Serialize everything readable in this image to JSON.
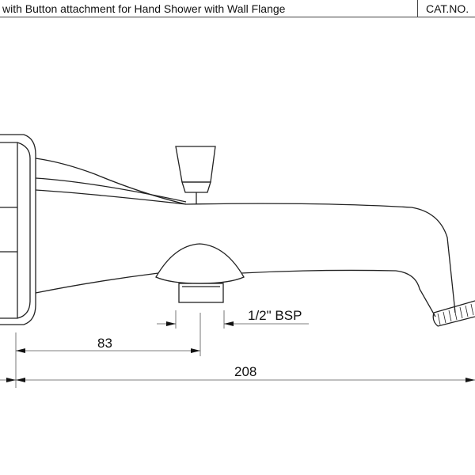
{
  "header": {
    "title": "with Button attachment for Hand Shower with Wall Flange",
    "cat_no": "CAT.NO."
  },
  "drawing": {
    "thread_label": "1/2\" BSP",
    "dim_outlet": "83",
    "dim_length": "208"
  }
}
